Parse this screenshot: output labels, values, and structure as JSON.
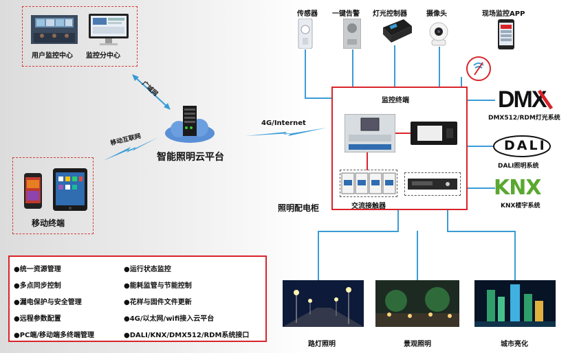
{
  "center": {
    "user_center": "用户监控中心",
    "sub_center": "监控分中心",
    "wan_label": "广域网",
    "mobile_internet_label": "移动互联网",
    "cloud_label": "智能照明云平台",
    "mobile_label": "移动终端",
    "internet_label": "4G/Internet"
  },
  "devices": {
    "sensor": "传感器",
    "alarm": "一键告警",
    "light_controller": "灯光控制器",
    "camera": "摄像头",
    "app": "现场监控APP"
  },
  "cabinet": {
    "terminal": "监控终端",
    "contactor": "交流接触器",
    "cabinet_label": "照明配电柜"
  },
  "systems": {
    "dmx_logo": "DMX",
    "dmx_label": "DMX512/RDM灯光系统",
    "dali_logo": "DALI",
    "dali_label": "DALI照明系统",
    "knx_logo": "KNX",
    "knx_label": "KNX楼宇系统"
  },
  "scenes": {
    "street": "路灯照明",
    "landscape": "景观照明",
    "city": "城市亮化"
  },
  "features": {
    "left": [
      "●统一资源管理",
      "●多点同步控制",
      "●漏电保护与安全管理",
      "●远程参数配置",
      "●PC端/移动端多终端管理"
    ],
    "right": [
      "●运行状态监控",
      "●能耗监管与节能控制",
      "●花样与固件文件更新",
      "●4G/以太网/wifi接入云平台",
      "●DALI/KNX/DMX512/RDM系统接口"
    ]
  },
  "colors": {
    "accent_red": "#d8232a",
    "link_blue": "#3a9bd6"
  }
}
